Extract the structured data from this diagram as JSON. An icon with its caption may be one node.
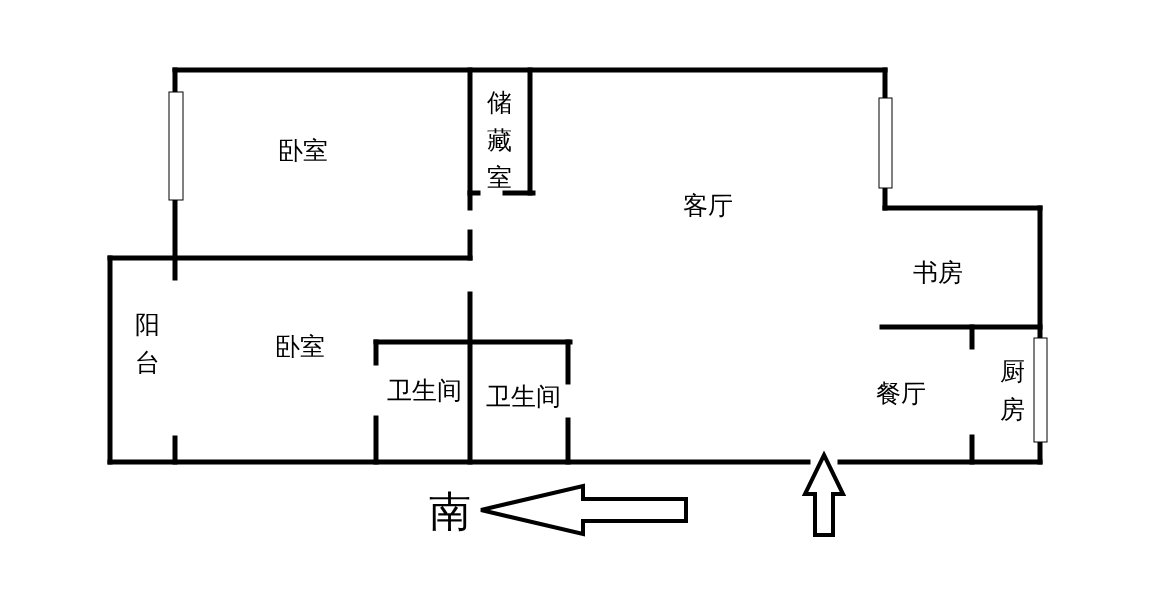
{
  "diagram": {
    "labels": [
      "卧室",
      "储藏室",
      "客厅",
      "书房",
      "阳台",
      "卧室",
      "卫生间",
      "卫生间",
      "餐厅",
      "厨房",
      "南"
    ]
  }
}
